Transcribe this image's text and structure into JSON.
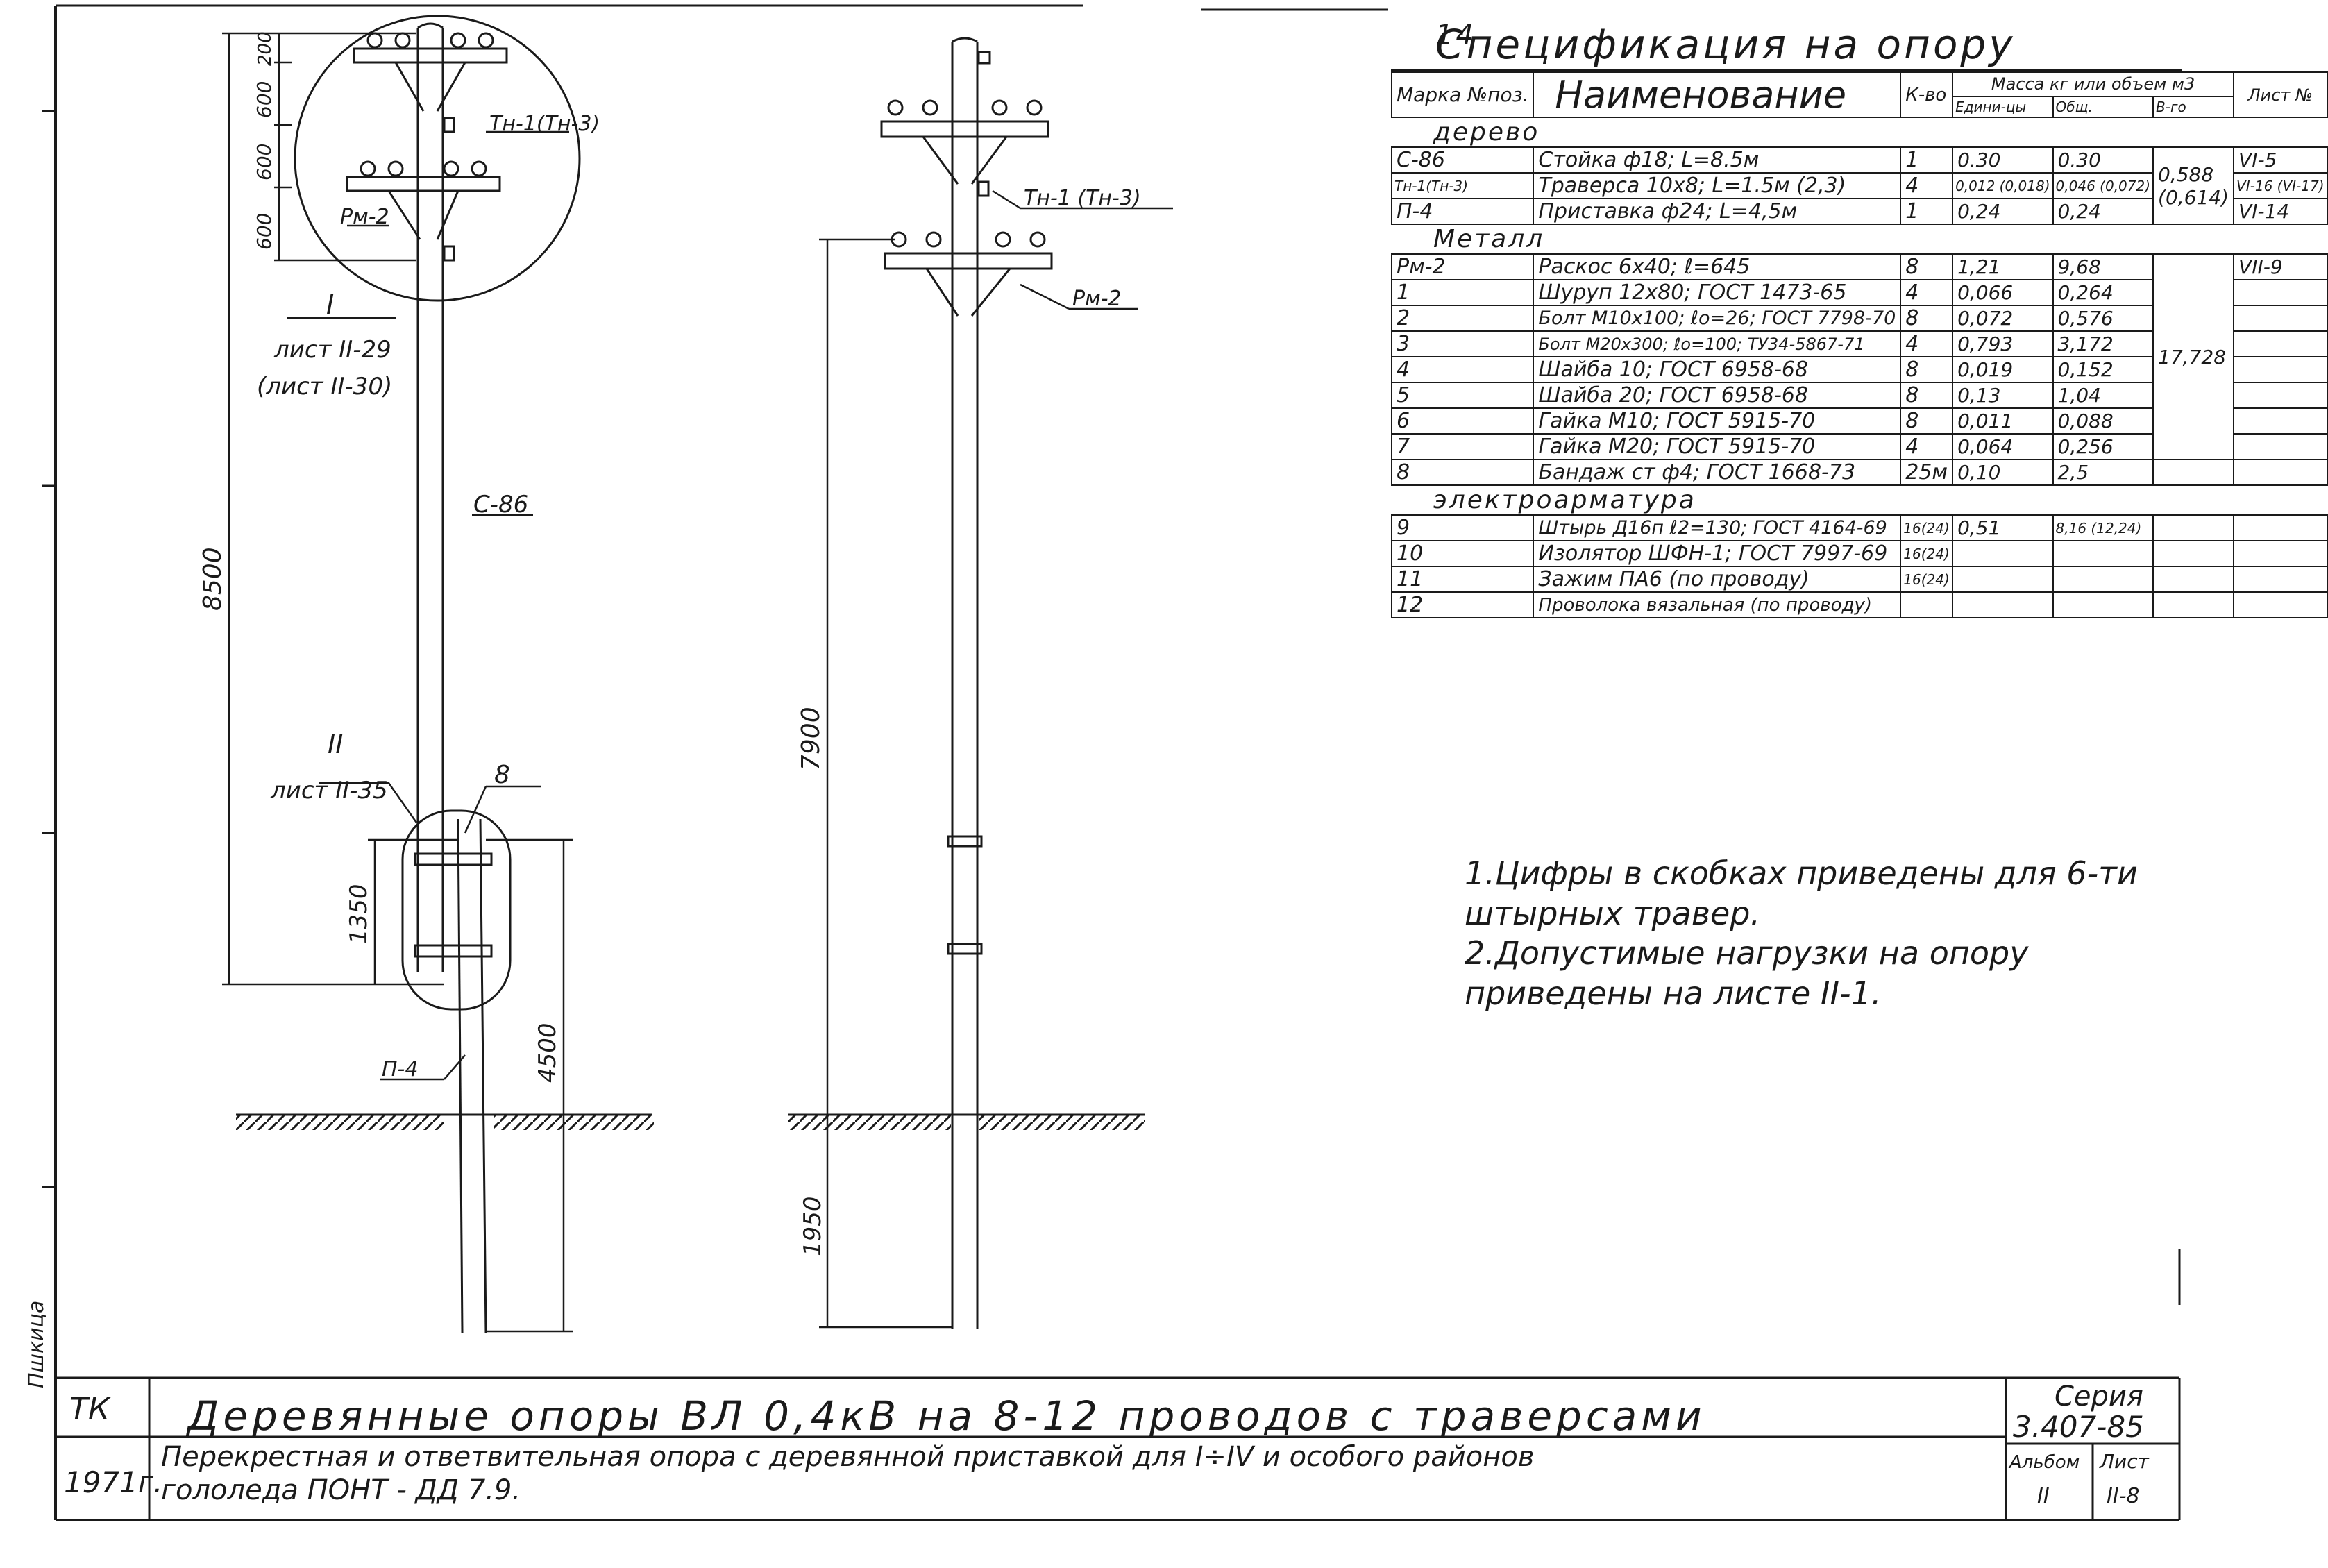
{
  "spec": {
    "title": "Спецификация на опору",
    "page_no": "14",
    "header": {
      "mark": "Марка №поз.",
      "name": "Наименование",
      "qty": "К-во",
      "mass": "Масса кг или объем м3",
      "unit": "Едини-цы",
      "total": "Общ.",
      "per_item": "В-го",
      "sheet": "Лист №"
    },
    "sections": {
      "wood": "дерево",
      "metal": "Металл",
      "electro": "электроарматура"
    },
    "rows": [
      {
        "mark": "С-86",
        "name": "Стойка ф18; L=8.5м",
        "qty": "1",
        "unit": "0.30",
        "total": "0.30",
        "group": "0,588",
        "sheet": "VI-5"
      },
      {
        "mark": "Тн-1(Тн-3)",
        "name": "Траверса 10х8; L=1.5м (2,3)",
        "qty": "4",
        "unit": "0,012 (0,018)",
        "total": "0,046 (0,072)",
        "group": "(0,614)",
        "sheet": "VI-16 (VI-17)"
      },
      {
        "mark": "П-4",
        "name": "Приставка ф24; L=4,5м",
        "qty": "1",
        "unit": "0,24",
        "total": "0,24",
        "group": "",
        "sheet": "VI-14"
      },
      {
        "mark": "Рм-2",
        "name": "Раскос 6х40; ℓ=645",
        "qty": "8",
        "unit": "1,21",
        "total": "9,68",
        "group": "17,728",
        "sheet": "VII-9"
      },
      {
        "mark": "1",
        "name": "Шуруп 12х80; ГОСТ 1473-65",
        "qty": "4",
        "unit": "0,066",
        "total": "0,264",
        "group": "",
        "sheet": ""
      },
      {
        "mark": "2",
        "name": "Болт М10х100; ℓо=26; ГОСТ 7798-70",
        "qty": "8",
        "unit": "0,072",
        "total": "0,576",
        "group": "",
        "sheet": ""
      },
      {
        "mark": "3",
        "name": "Болт М20х300; ℓо=100; ТУ34-5867-71",
        "qty": "4",
        "unit": "0,793",
        "total": "3,172",
        "group": "",
        "sheet": ""
      },
      {
        "mark": "4",
        "name": "Шайба 10; ГОСТ 6958-68",
        "qty": "8",
        "unit": "0,019",
        "total": "0,152",
        "group": "",
        "sheet": ""
      },
      {
        "mark": "5",
        "name": "Шайба 20; ГОСТ 6958-68",
        "qty": "8",
        "unit": "0,13",
        "total": "1,04",
        "group": "",
        "sheet": ""
      },
      {
        "mark": "6",
        "name": "Гайка М10; ГОСТ 5915-70",
        "qty": "8",
        "unit": "0,011",
        "total": "0,088",
        "group": "",
        "sheet": ""
      },
      {
        "mark": "7",
        "name": "Гайка М20; ГОСТ 5915-70",
        "qty": "4",
        "unit": "0,064",
        "total": "0,256",
        "group": "",
        "sheet": ""
      },
      {
        "mark": "8",
        "name": "Бандаж ст ф4; ГОСТ 1668-73",
        "qty": "25м",
        "unit": "0,10",
        "total": "2,5",
        "group": "",
        "sheet": ""
      },
      {
        "mark": "9",
        "name": "Штырь Д16п ℓ2=130; ГОСТ 4164-69",
        "qty": "16(24)",
        "unit": "0,51",
        "total": "8,16 (12,24)",
        "group": "",
        "sheet": ""
      },
      {
        "mark": "10",
        "name": "Изолятор ШФН-1; ГОСТ 7997-69",
        "qty": "16(24)",
        "unit": "",
        "total": "",
        "group": "",
        "sheet": ""
      },
      {
        "mark": "11",
        "name": "Зажим ПА6 (по проводу)",
        "qty": "16(24)",
        "unit": "",
        "total": "",
        "group": "",
        "sheet": ""
      },
      {
        "mark": "12",
        "name": "Проволока вязальная (по проводу)",
        "qty": "",
        "unit": "",
        "total": "",
        "group": "",
        "sheet": ""
      }
    ]
  },
  "notes": [
    "1.Цифры в скобках приведены для 6-ти",
    "штырных травер.",
    "2.Допустимые нагрузки на опору",
    "приведены на листе II-1."
  ],
  "drawing": {
    "labels": {
      "tn1": "Тн-1(Тн-3)",
      "tn1_right": "Тн-1 (Тн-3)",
      "rm2": "Рм-2",
      "c86": "С-86",
      "p4": "П-4",
      "callout1": "I",
      "callout1_ref": "лист II-29",
      "callout1_ref2": "(лист II-30)",
      "callout2": "II",
      "callout2_ref": "лист II-35",
      "item8": "8"
    },
    "dims": {
      "d200": "200",
      "d600a": "600",
      "d600b": "600",
      "d600c": "600",
      "d8500": "8500",
      "d1350": "1350",
      "d4500": "4500",
      "d7900": "7900",
      "d1950": "1950"
    },
    "margin_text": "Пшкица"
  },
  "title_block": {
    "org": "ТК",
    "year": "1971г.",
    "main_title": "Деревянные опоры ВЛ 0,4кВ на 8-12 проводов с траверсами",
    "subtitle1": "Перекрестная и ответвительная опора с деревянной приставкой для I÷IV и особого районов",
    "subtitle2": "гололеда ПОНТ - ДД 7.9.",
    "series_label": "Серия",
    "series": "3.407-85",
    "album_label": "Альбом",
    "album": "II",
    "sheet_label": "Лист",
    "sheet": "II-8"
  }
}
